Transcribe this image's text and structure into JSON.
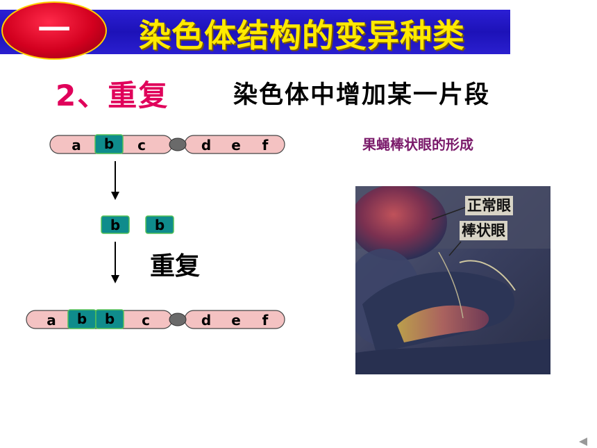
{
  "title": {
    "badge": "一",
    "text": "染色体结构的变异种类"
  },
  "section": {
    "number_title": "2、重复",
    "definition": "染色体中增加某一片段"
  },
  "diagram": {
    "before": {
      "left": [
        "a",
        "b",
        "c"
      ],
      "right": [
        "d",
        "e",
        "f"
      ],
      "highlight": "b"
    },
    "middle": {
      "segments": [
        "b",
        "b"
      ]
    },
    "after": {
      "left": [
        "a",
        "b",
        "b",
        "c"
      ],
      "right": [
        "d",
        "e",
        "f"
      ]
    },
    "label": "重复"
  },
  "figure": {
    "caption": "果蝇棒状眼的形成",
    "labels": {
      "normal": "正常眼",
      "bar": "棒状眼"
    }
  },
  "colors": {
    "title_bar": "#2b1fd4",
    "title_text": "#ffea00",
    "badge": "#d3001f",
    "subtitle": "#e0005a",
    "chromosome": "#f4c2c2",
    "segment": "#0f8c8c",
    "caption": "#7a1a6a"
  }
}
